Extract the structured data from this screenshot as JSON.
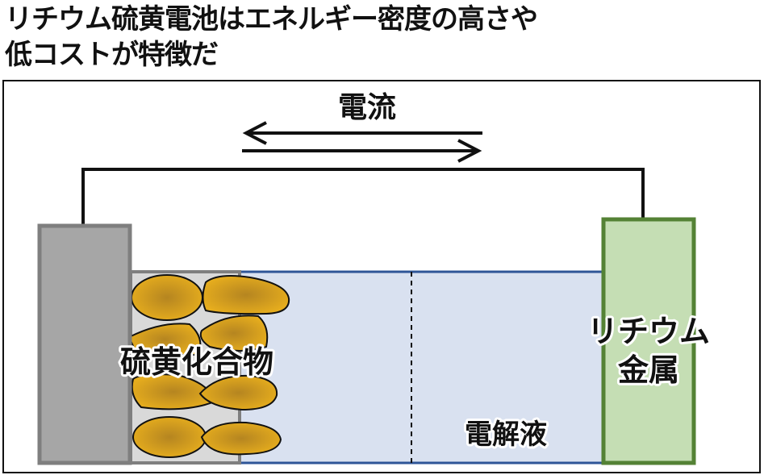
{
  "title": {
    "line1": "リチウム硫黄電池はエネルギー密度の高さや",
    "line2": "低コストが特徴だ"
  },
  "diagram": {
    "current_label": "電流",
    "cathode_label": "硫黄化合物",
    "electrolyte_label": "電解液",
    "anode_label_line1": "リチウム",
    "anode_label_line2": "金属",
    "colors": {
      "cathode_collector": "#a6a6a6",
      "cathode_region": "#d9d9d9",
      "electrolyte": "#d9e1f0",
      "electrolyte_border": "#2e5597",
      "anode": "#c5deb4",
      "anode_border": "#548235",
      "sulfur_particle": "#e0a820"
    }
  }
}
